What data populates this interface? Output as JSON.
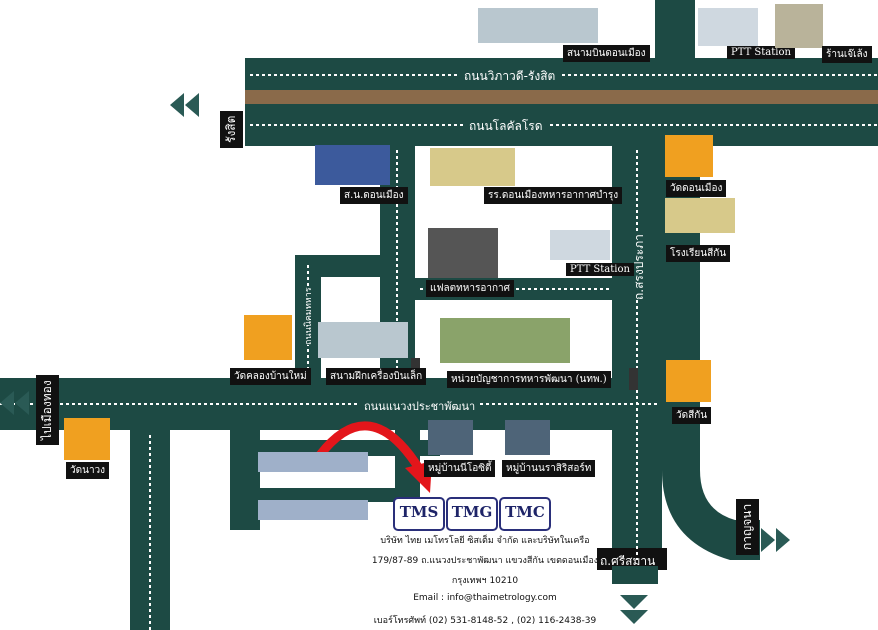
{
  "roads": {
    "vibhavadi": "ถนนวิภาวดี-รังสิต",
    "lokkol": "ถนนโลคัลโรด",
    "naengprachaphatthana": "ถนนแนวงประชาพัฒนา",
    "songprapha": "ถ.สรงประภา",
    "nikhom": "ถนนนิคมทหาร",
    "sisaman": "ถ.ศรีสมาน"
  },
  "directions": {
    "rangsit": "รังสิต",
    "mueang_thong": "ไปเมืองทอง",
    "kanchana": "กาญจนา"
  },
  "landmarks": [
    {
      "label": "สนามบินดอนเมือง"
    },
    {
      "label": "PTT Station"
    },
    {
      "label": "ร้านเจ๊เล้ง"
    },
    {
      "label": "ส.น.ดอนเมือง"
    },
    {
      "label": "รร.ดอนเมืองทหารอากาศบำรุง"
    },
    {
      "label": "วัดดอนเมือง"
    },
    {
      "label": "โรงเรียนสีกัน"
    },
    {
      "label": "แฟลตทหารอากาศ"
    },
    {
      "label": "PTT Station"
    },
    {
      "label": "วัดคลองบ้านใหม่"
    },
    {
      "label": "สนามฝึกเครื่องบินเล็ก"
    },
    {
      "label": "หน่วยบัญชาการทหารพัฒนา (นทพ.)"
    },
    {
      "label": "วัดสีกัน"
    },
    {
      "label": "วัดนาวง"
    },
    {
      "label": "หมู่บ้านนีโอซิตี้"
    },
    {
      "label": "หมู่บ้านนราสิริสอร์ท"
    }
  ],
  "logos": [
    "TMS",
    "TMG",
    "TMC"
  ],
  "company": {
    "name": "บริษัท ไทย เมโทรโลยี ซิสเต็ม จำกัด และบริษัทในเครือ",
    "address": "179/87-89 ถ.แนวงประชาพัฒนา แขวงสีกัน เขตดอนเมือง",
    "city": "กรุงเทพฯ 10210",
    "email": "Email : info@thaimetrology.com",
    "phone": "เบอร์โทรศัพท์ (02) 531-8148-52 , (02) 116-2438-39"
  },
  "colors": {
    "road": "#1d4a44",
    "rail": "#8a6a4a",
    "arrow": "#e3161b",
    "dir_arrow": "#2a5a55"
  }
}
